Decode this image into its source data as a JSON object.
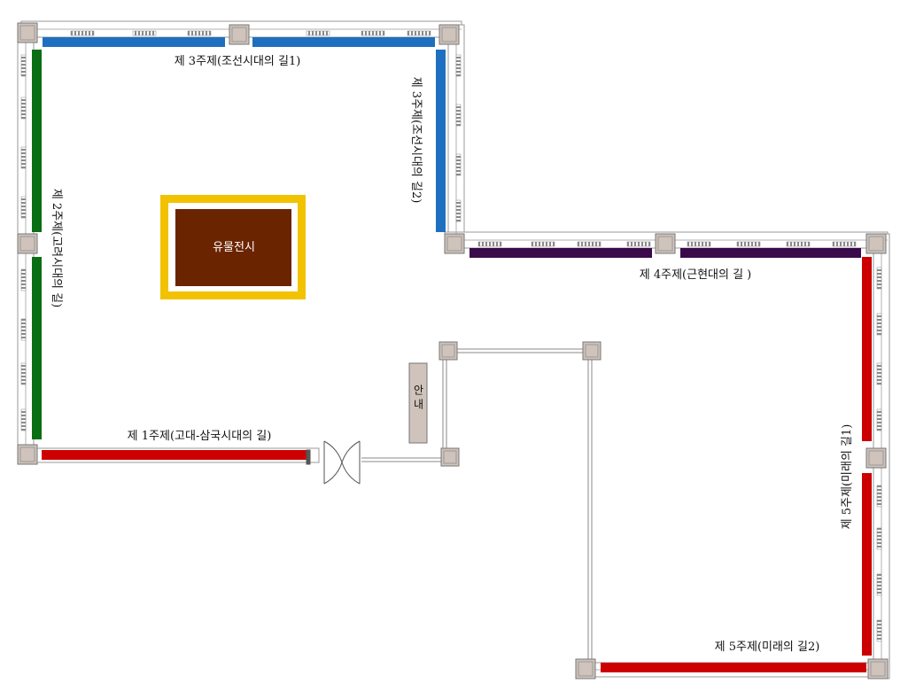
{
  "plan": {
    "center_exhibit": "유물전시",
    "info_desk": "안 내",
    "zones": [
      {
        "id": "theme1",
        "label": "제 1주제(고대-삼국시대의 길)",
        "color": "#cc0000"
      },
      {
        "id": "theme2",
        "label": "제 2주제(고려시대의 길)",
        "color": "#0a6e14"
      },
      {
        "id": "theme3a",
        "label": "제 3주제(조선시대의 길1)",
        "color": "#1e6fc0"
      },
      {
        "id": "theme3b",
        "label": "제 3주제(조선시대의 길2)",
        "color": "#1e6fc0"
      },
      {
        "id": "theme4",
        "label": "제 4주제(근현대의 길 )",
        "color": "#3a0a4a"
      },
      {
        "id": "theme5a",
        "label": "제 5주제(미래의 길1)",
        "color": "#cc0000"
      },
      {
        "id": "theme5b",
        "label": "제 5주제(미래의 길2)",
        "color": "#cc0000"
      }
    ]
  },
  "colors": {
    "exhibit_fill": "#6b2400",
    "exhibit_frame": "#f2c200",
    "wall": "#9a9a9a",
    "column": "#cfc3bb",
    "info_desk": "#cfc3bb"
  }
}
